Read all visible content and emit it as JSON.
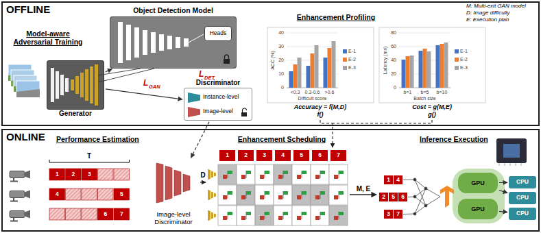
{
  "diagram": {
    "nodes": [
      {
        "text": [
          "OFFLINE"
        ]
      },
      {
        "text": [
          "Object Detection Model"
        ],
        "in": 0
      },
      {
        "text": [
          "Heads"
        ],
        "in": 1
      },
      {
        "text": [
          "Generator"
        ],
        "in": 0
      },
      {
        "text": [
          "Discriminator"
        ],
        "in": 0
      },
      {
        "text": [
          "Instance-level"
        ],
        "in": 4
      },
      {
        "text": [
          "Image-level"
        ],
        "in": 4
      },
      {
        "text": [
          "ONLINE"
        ]
      },
      {
        "text": [
          "Image-level Discriminator"
        ],
        "in": 7
      },
      {
        "text": [
          "GPU"
        ],
        "in": 7
      },
      {
        "text": [
          "GPU"
        ],
        "in": 7
      },
      {
        "text": [
          "CPU"
        ],
        "in": 7
      },
      {
        "text": [
          "CPU"
        ],
        "in": 7
      },
      {
        "text": [
          "CPU"
        ],
        "in": 7
      }
    ],
    "edges": [
      {
        "from": 3,
        "to": 1,
        "arrow": "to"
      },
      {
        "from": 3,
        "to": 4,
        "arrow": "to"
      },
      {
        "from": 4,
        "to": 8,
        "arrow": "to"
      },
      {
        "from": 9,
        "to": 11,
        "arrow": "to"
      },
      {
        "from": 9,
        "to": 12,
        "arrow": "to"
      },
      {
        "from": 10,
        "to": 13,
        "arrow": "to"
      }
    ],
    "labels": [
      "Model-aware Adversarial Training",
      "L",
      "DET",
      "L",
      "GAN",
      "Enhancement Profiling",
      "M: Multi-exit GAN model",
      "D: Image difficulty",
      "E: Execution plan",
      "40",
      "30",
      "20",
      "10",
      "0",
      "ACC (%)",
      "<0.3",
      "0.3-0.6",
      ">0.6",
      "Difficult score",
      "80",
      "60",
      "40",
      "20",
      "0",
      "Latency (ms)",
      "b=1",
      "b=5",
      "b=10",
      "Batch size",
      "Accuracy = f(M,D)",
      "f()",
      "Cost = g(M,E)",
      "g()",
      "Performance Estimation",
      "T",
      "1",
      "2",
      "3",
      "4",
      "5",
      "6",
      "7",
      "D",
      "Enhancement Scheduling",
      "1",
      "2",
      "3",
      "4",
      "5",
      "6",
      "7",
      "M, E",
      "Inference Execution",
      "1",
      "4",
      "2",
      "5",
      "6",
      "3",
      "7"
    ],
    "legend": [
      {
        "text": "E-1",
        "color": "#4472C4"
      },
      {
        "text": "E-2",
        "color": "#ED7D31"
      },
      {
        "text": "E-3",
        "color": "#A5A5A5"
      },
      {
        "text": "E-1",
        "color": "#4472C4"
      },
      {
        "text": "E-2",
        "color": "#ED7D31"
      },
      {
        "text": "E-3",
        "color": "#A5A5A5"
      }
    ]
  }
}
